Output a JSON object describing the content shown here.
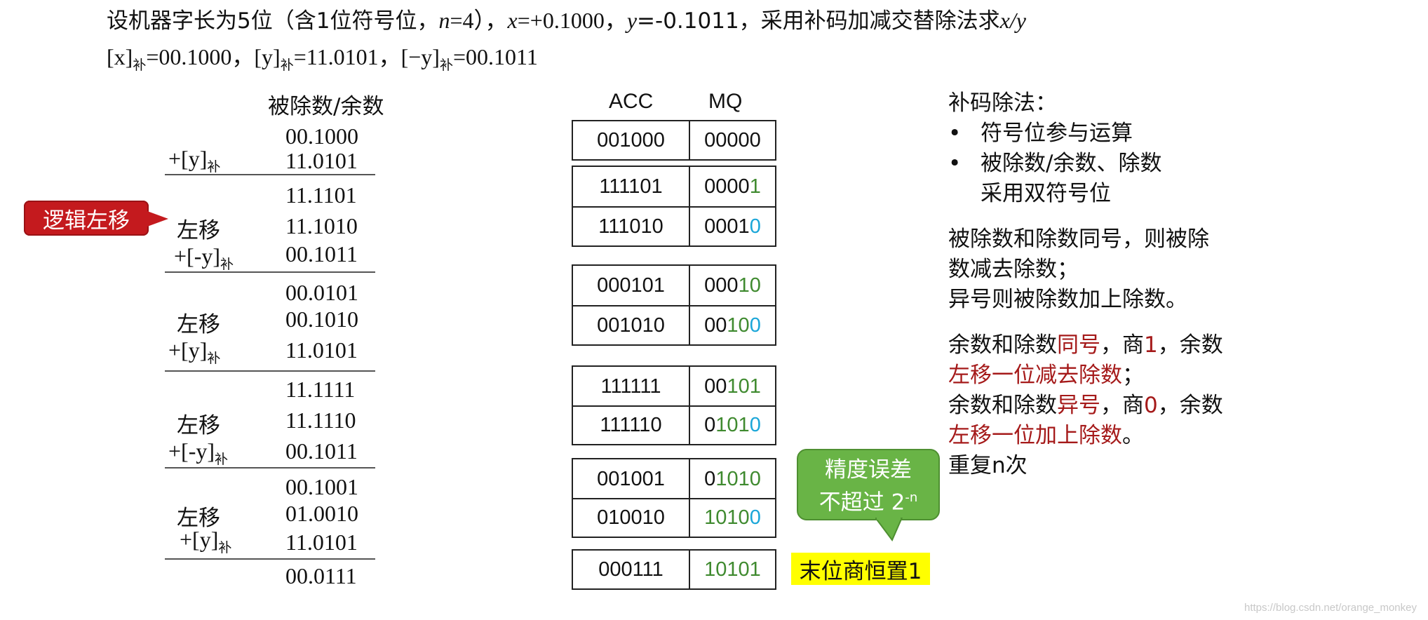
{
  "header": {
    "line1": {
      "a": "设机器字长为5位（含1位符号位，",
      "n": "n",
      "b": "=4），",
      "x": "x",
      "c": "=+0.1000，",
      "y": "y",
      "d": "=-0.1011，采用补码加减交替除法求",
      "xy": "x/y"
    },
    "line2": {
      "x": "[x]",
      "sub": "补",
      "xval": "=00.1000，",
      "y": "[y]",
      "yval": "=11.0101，",
      "ny": "[−y]",
      "nyval": "=00.1011"
    }
  },
  "left": {
    "title": "被除数/余数",
    "shift_label": "左移",
    "plus_y": "+[y]",
    "plus_ny": "+[-y]",
    "sub": "补",
    "values": [
      "00.1000",
      "11.0101",
      "11.1101",
      "11.1010",
      "00.1011",
      "00.0101",
      "00.1010",
      "11.0101",
      "11.1111",
      "11.1110",
      "00.1011",
      "00.1001",
      "01.0010",
      "11.0101",
      "00.0111"
    ]
  },
  "registers": {
    "acc_header": "ACC",
    "mq_header": "MQ",
    "rows": [
      {
        "acc": "001000",
        "mq_black": "00000",
        "mq_green": "",
        "mq_cyan": ""
      },
      {
        "acc": "111101",
        "mq_black": "0000",
        "mq_green": "1",
        "mq_cyan": ""
      },
      {
        "acc": "111010",
        "mq_black": "0001",
        "mq_green": "",
        "mq_cyan": "0"
      },
      {
        "acc": "000101",
        "mq_black": "000",
        "mq_green": "10",
        "mq_cyan": ""
      },
      {
        "acc": "001010",
        "mq_black": "00",
        "mq_green": "10",
        "mq_cyan": "0"
      },
      {
        "acc": "111111",
        "mq_black": "00",
        "mq_green": "101",
        "mq_cyan": ""
      },
      {
        "acc": "111110",
        "mq_black": "0",
        "mq_green": "101",
        "mq_cyan": "0"
      },
      {
        "acc": "001001",
        "mq_black": "0",
        "mq_green": "1010",
        "mq_cyan": ""
      },
      {
        "acc": "010010",
        "mq_black": "",
        "mq_green": "1010",
        "mq_cyan": "0"
      },
      {
        "acc": "000111",
        "mq_black": "",
        "mq_green": "10101",
        "mq_cyan": ""
      }
    ]
  },
  "callouts": {
    "logic_shift": "逻辑左移",
    "precision_line1": "精度误差",
    "precision_line2_a": "不超过 2",
    "precision_line2_sup": "-n",
    "last_bit": "末位商恒置1"
  },
  "notes": {
    "title": "补码除法：",
    "bullet1": "符号位参与运算",
    "bullet2_a": "被除数/余数、除数",
    "bullet2_b": "采用双符号位",
    "para1_a": "被除数和除数同号，则被除",
    "para1_b": "数减去除数；",
    "para1_c": "异号则被除数加上除数。",
    "r1_a": "余数和除数",
    "r1_red1": "同号",
    "r1_b": "，商",
    "r1_red2": "1",
    "r1_c": "，余数",
    "r2": "左移一位减去除数",
    "r2_tail": "；",
    "r3_a": "余数和除数",
    "r3_red1": "异号",
    "r3_b": "，商",
    "r3_red2": "0",
    "r3_c": "，余数",
    "r4": "左移一位加上除数",
    "r4_tail": "。",
    "r5": "重复n次"
  },
  "watermark": "https://blog.csdn.net/orange_monkey",
  "colors": {
    "tag_red": "#c41a1e",
    "tag_green": "#69b446",
    "highlight": "#ffff00",
    "quotient_green": "#3f8a2f",
    "new_bit_cyan": "#1aa6d8",
    "emphasis_red": "#a51a1a"
  }
}
